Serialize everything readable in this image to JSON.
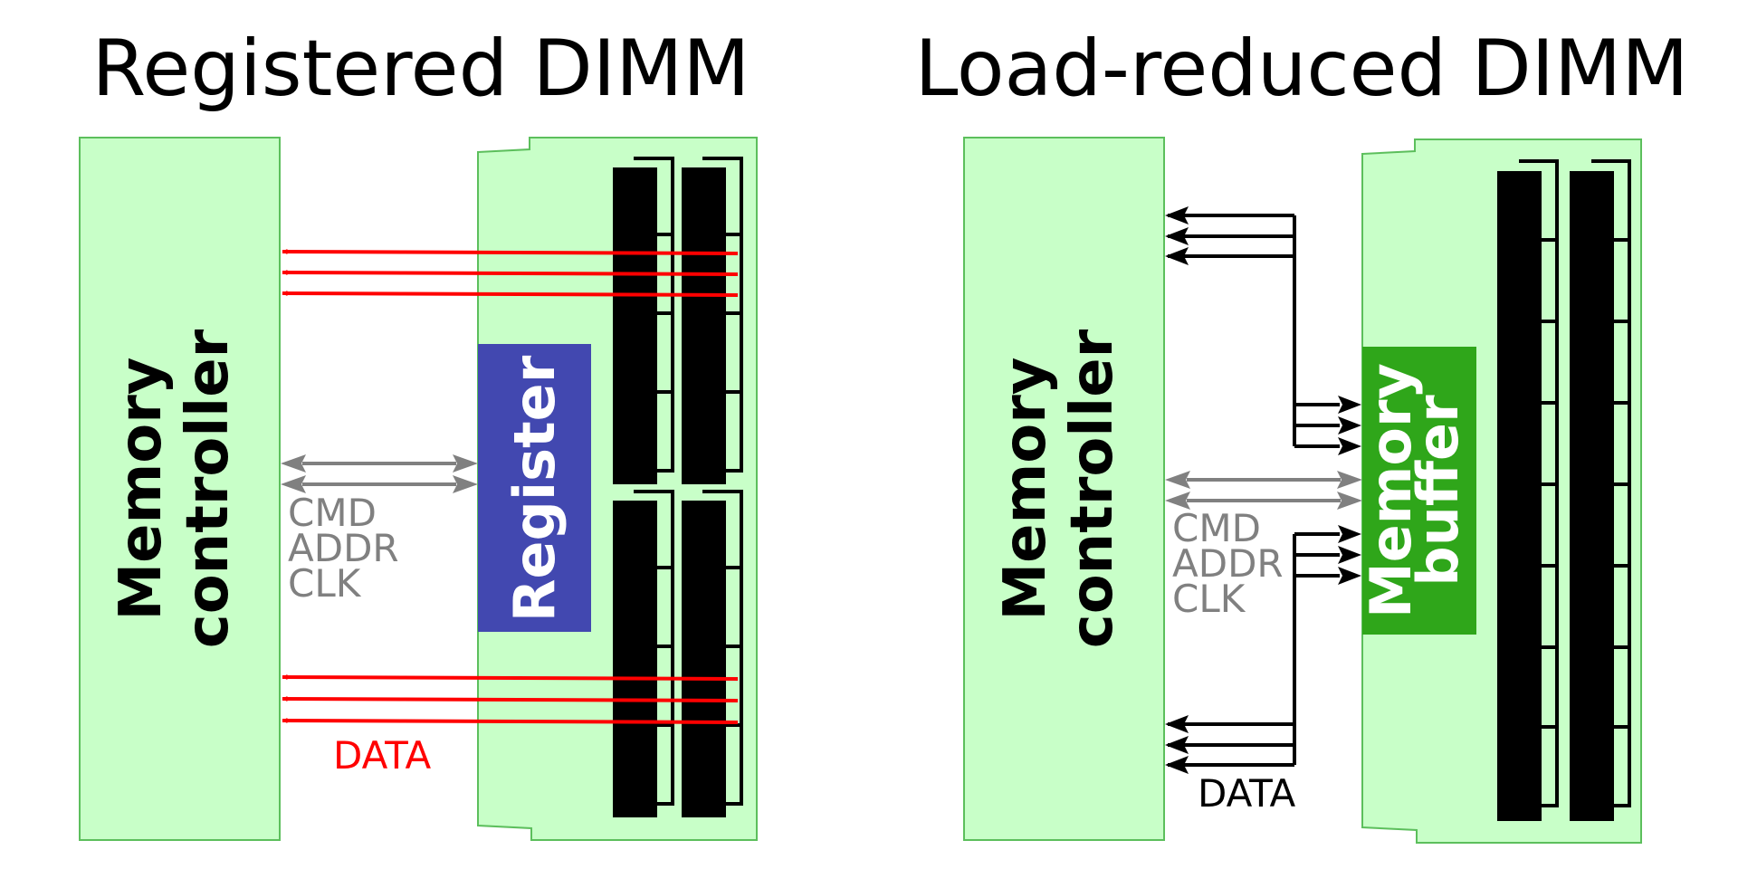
{
  "left": {
    "title": "Registered DIMM",
    "controller_line1": "Memory",
    "controller_line2": "controller",
    "chip_label": "Register",
    "cmd_labels": [
      "CMD",
      "ADDR",
      "CLK"
    ],
    "data_label": "DATA"
  },
  "right": {
    "title": "Load-reduced DIMM",
    "controller_line1": "Memory",
    "controller_line2": "controller",
    "chip_line1": "Memory",
    "chip_line2": "buffer",
    "cmd_labels": [
      "CMD",
      "ADDR",
      "CLK"
    ],
    "data_label": "DATA"
  },
  "colors": {
    "panel_fill": "#c8ffc8",
    "panel_stroke": "#5cbf5c",
    "register": "#4248b0",
    "memory_buffer": "#2fa61a",
    "data_left": "#ff0000",
    "data_right": "#000000",
    "cmd": "#808080",
    "dram": "#000000"
  }
}
